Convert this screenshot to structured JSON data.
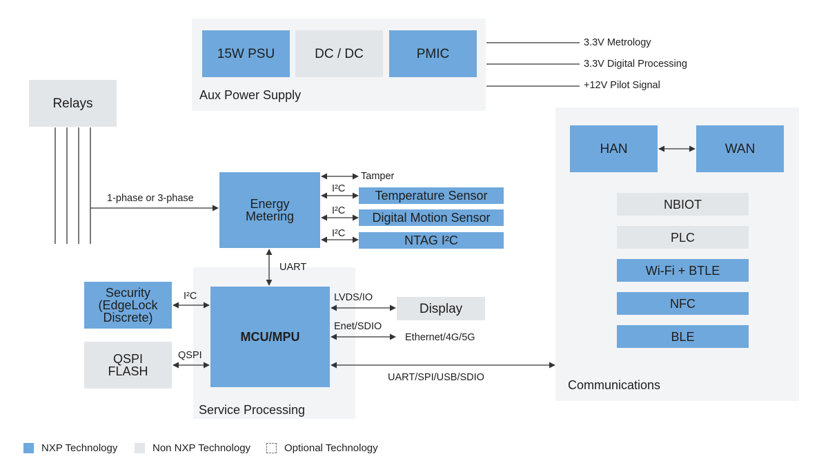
{
  "aux_power": {
    "group_label": "Aux Power Supply",
    "psu": "15W PSU",
    "dcdc": "DC / DC",
    "pmic": "PMIC",
    "outputs": [
      "3.3V Metrology",
      "3.3V Digital Processing",
      "+12V Pilot Signal"
    ]
  },
  "relays": {
    "label": "Relays",
    "phase_label": "1-phase or 3-phase"
  },
  "energy_metering": {
    "label_line1": "Energy",
    "label_line2": "Metering",
    "tamper": "Tamper",
    "i2c_1": "I²C",
    "i2c_2": "I²C",
    "i2c_3": "I²C",
    "temperature_sensor": "Temperature Sensor",
    "motion_sensor": "Digital Motion Sensor",
    "ntag": "NTAG I²C",
    "uart": "UART"
  },
  "service_processing": {
    "group_label": "Service Processing",
    "mcu_mpu": "MCU/MPU",
    "security_line1": "Security",
    "security_line2": "(EdgeLock",
    "security_line3": "Discrete)",
    "security_bus": "I²C",
    "qspi_line1": "QSPI",
    "qspi_line2": "FLASH",
    "qspi_bus": "QSPI",
    "lvds": "LVDS/IO",
    "display": "Display",
    "enet": "Enet/SDIO",
    "ethernet": "Ethernet/4G/5G",
    "comms_bus": "UART/SPI/USB/SDIO"
  },
  "communications": {
    "group_label": "Communications",
    "han": "HAN",
    "wan": "WAN",
    "nbiot": "NBIOT",
    "plc": "PLC",
    "wifi": "Wi-Fi + BTLE",
    "nfc": "NFC",
    "ble": "BLE"
  },
  "legend": {
    "nxp": "NXP Technology",
    "non_nxp": "Non NXP Technology",
    "optional": "Optional Technology"
  },
  "colors": {
    "nxp": "#6fa8dc",
    "non_nxp": "#e3e6e9",
    "group_bg": "#f3f4f6",
    "line": "#333333"
  }
}
